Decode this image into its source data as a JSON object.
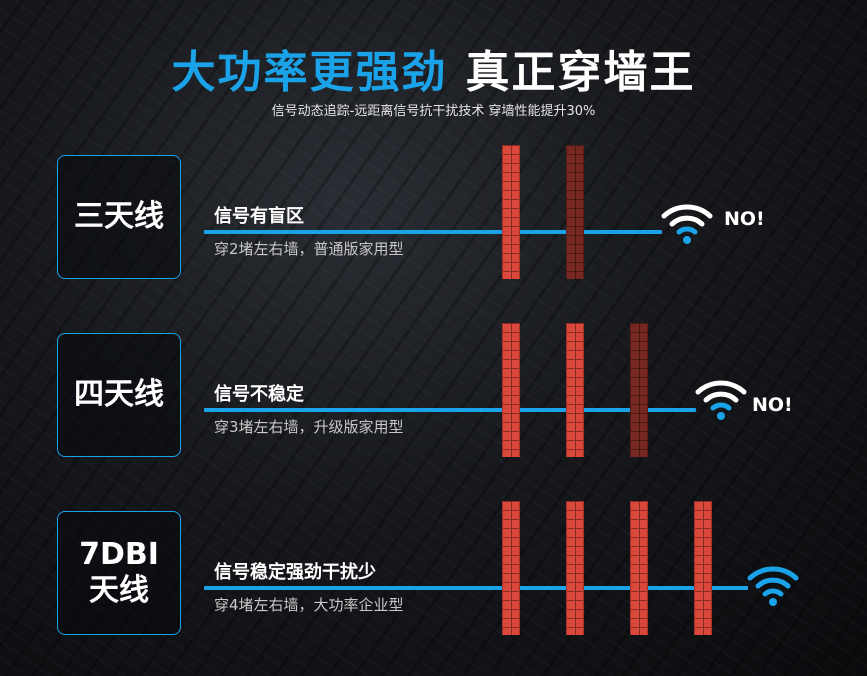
{
  "headline": {
    "part1": "大功率更强劲",
    "part2": "真正穿墙王"
  },
  "subtitle": "信号动态追踪-远距离信号抗干扰技术 穿墙性能提升30%",
  "colors": {
    "accent_blue": "#1aa3e8",
    "brick_red": "#d9483a",
    "background": "#111316"
  },
  "rows": [
    {
      "label_line1": "三天线",
      "label_line2": "",
      "title": "信号有盲区",
      "desc": "穿2堵左右墙，普通版家用型",
      "walls": 2,
      "result_text": "NO!",
      "icon": "wifi-icon"
    },
    {
      "label_line1": "四天线",
      "label_line2": "",
      "title": "信号不稳定",
      "desc": "穿3堵左右墙，升级版家用型",
      "walls": 3,
      "result_text": "NO!",
      "icon": "wifi-icon"
    },
    {
      "label_line1": "7DBI",
      "label_line2": "天线",
      "title": "信号稳定强劲干扰少",
      "desc": "穿4堵左右墙，大功率企业型",
      "walls": 4,
      "result_text": "",
      "icon": "wifi-icon"
    }
  ]
}
